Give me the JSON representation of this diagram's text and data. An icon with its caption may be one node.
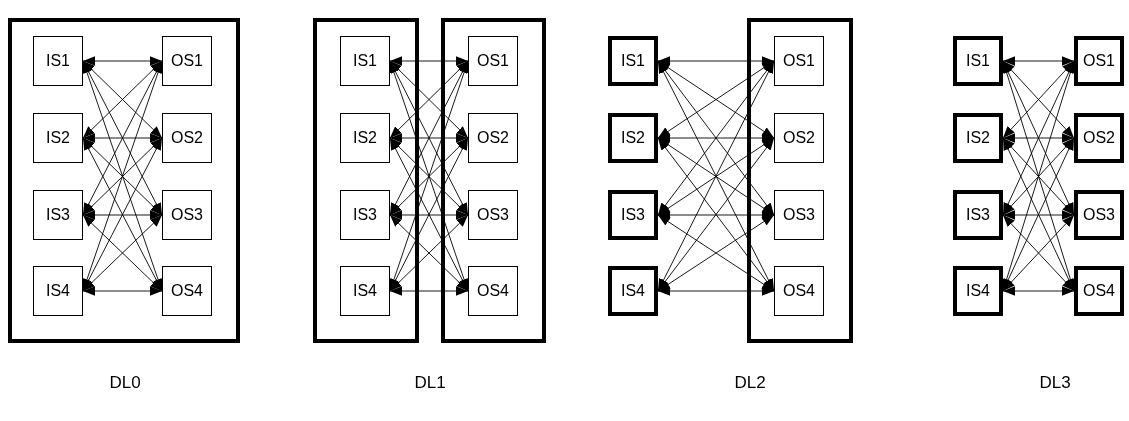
{
  "diagram": {
    "nodes": [
      {
        "text": [],
        "shape": "box"
      },
      {
        "text": [
          "IS1"
        ],
        "in": 0
      },
      {
        "text": [
          "IS2"
        ],
        "in": 0
      },
      {
        "text": [
          "IS3"
        ],
        "in": 0
      },
      {
        "text": [
          "IS4"
        ],
        "in": 0
      },
      {
        "text": [
          "OS1"
        ],
        "in": 0
      },
      {
        "text": [
          "OS2"
        ],
        "in": 0
      },
      {
        "text": [
          "OS3"
        ],
        "in": 0
      },
      {
        "text": [
          "OS4"
        ],
        "in": 0
      },
      {
        "text": [],
        "shape": "box"
      },
      {
        "text": [
          "IS1"
        ],
        "in": 9
      },
      {
        "text": [
          "IS2"
        ],
        "in": 9
      },
      {
        "text": [
          "IS3"
        ],
        "in": 9
      },
      {
        "text": [
          "IS4"
        ],
        "in": 9
      },
      {
        "text": [],
        "shape": "box"
      },
      {
        "text": [
          "OS1"
        ],
        "in": 14
      },
      {
        "text": [
          "OS2"
        ],
        "in": 14
      },
      {
        "text": [
          "OS3"
        ],
        "in": 14
      },
      {
        "text": [
          "OS4"
        ],
        "in": 14
      },
      {
        "text": [
          "IS1"
        ]
      },
      {
        "text": [
          "IS2"
        ]
      },
      {
        "text": [
          "IS3"
        ]
      },
      {
        "text": [
          "IS4"
        ]
      },
      {
        "text": [],
        "shape": "box"
      },
      {
        "text": [
          "OS1"
        ],
        "in": 23
      },
      {
        "text": [
          "OS2"
        ],
        "in": 23
      },
      {
        "text": [
          "OS3"
        ],
        "in": 23
      },
      {
        "text": [
          "OS4"
        ],
        "in": 23
      },
      {
        "text": [
          "IS1"
        ]
      },
      {
        "text": [
          "IS2"
        ]
      },
      {
        "text": [
          "IS3"
        ]
      },
      {
        "text": [
          "IS4"
        ]
      },
      {
        "text": [
          "OS1"
        ]
      },
      {
        "text": [
          "OS2"
        ]
      },
      {
        "text": [
          "OS3"
        ]
      },
      {
        "text": [
          "OS4"
        ]
      }
    ],
    "edges": [
      {
        "from": 1,
        "to": 5,
        "arrow": "both"
      },
      {
        "from": 1,
        "to": 6,
        "arrow": "both"
      },
      {
        "from": 1,
        "to": 7,
        "arrow": "both"
      },
      {
        "from": 1,
        "to": 8,
        "arrow": "both"
      },
      {
        "from": 2,
        "to": 5,
        "arrow": "both"
      },
      {
        "from": 2,
        "to": 6,
        "arrow": "both"
      },
      {
        "from": 2,
        "to": 7,
        "arrow": "both"
      },
      {
        "from": 2,
        "to": 8,
        "arrow": "both"
      },
      {
        "from": 3,
        "to": 5,
        "arrow": "both"
      },
      {
        "from": 3,
        "to": 6,
        "arrow": "both"
      },
      {
        "from": 3,
        "to": 7,
        "arrow": "both"
      },
      {
        "from": 3,
        "to": 8,
        "arrow": "both"
      },
      {
        "from": 4,
        "to": 5,
        "arrow": "both"
      },
      {
        "from": 4,
        "to": 6,
        "arrow": "both"
      },
      {
        "from": 4,
        "to": 7,
        "arrow": "both"
      },
      {
        "from": 4,
        "to": 8,
        "arrow": "both"
      },
      {
        "from": 10,
        "to": 15,
        "arrow": "both"
      },
      {
        "from": 10,
        "to": 16,
        "arrow": "both"
      },
      {
        "from": 10,
        "to": 17,
        "arrow": "both"
      },
      {
        "from": 10,
        "to": 18,
        "arrow": "both"
      },
      {
        "from": 11,
        "to": 15,
        "arrow": "both"
      },
      {
        "from": 11,
        "to": 16,
        "arrow": "both"
      },
      {
        "from": 11,
        "to": 17,
        "arrow": "both"
      },
      {
        "from": 11,
        "to": 18,
        "arrow": "both"
      },
      {
        "from": 12,
        "to": 15,
        "arrow": "both"
      },
      {
        "from": 12,
        "to": 16,
        "arrow": "both"
      },
      {
        "from": 12,
        "to": 17,
        "arrow": "both"
      },
      {
        "from": 12,
        "to": 18,
        "arrow": "both"
      },
      {
        "from": 13,
        "to": 15,
        "arrow": "both"
      },
      {
        "from": 13,
        "to": 16,
        "arrow": "both"
      },
      {
        "from": 13,
        "to": 17,
        "arrow": "both"
      },
      {
        "from": 13,
        "to": 18,
        "arrow": "both"
      },
      {
        "from": 19,
        "to": 24,
        "arrow": "both"
      },
      {
        "from": 19,
        "to": 25,
        "arrow": "both"
      },
      {
        "from": 19,
        "to": 26,
        "arrow": "both"
      },
      {
        "from": 19,
        "to": 27,
        "arrow": "both"
      },
      {
        "from": 20,
        "to": 24,
        "arrow": "both"
      },
      {
        "from": 20,
        "to": 25,
        "arrow": "both"
      },
      {
        "from": 20,
        "to": 26,
        "arrow": "both"
      },
      {
        "from": 20,
        "to": 27,
        "arrow": "both"
      },
      {
        "from": 21,
        "to": 24,
        "arrow": "both"
      },
      {
        "from": 21,
        "to": 25,
        "arrow": "both"
      },
      {
        "from": 21,
        "to": 26,
        "arrow": "both"
      },
      {
        "from": 21,
        "to": 27,
        "arrow": "both"
      },
      {
        "from": 22,
        "to": 24,
        "arrow": "both"
      },
      {
        "from": 22,
        "to": 25,
        "arrow": "both"
      },
      {
        "from": 22,
        "to": 26,
        "arrow": "both"
      },
      {
        "from": 22,
        "to": 27,
        "arrow": "both"
      },
      {
        "from": 28,
        "to": 32,
        "arrow": "both"
      },
      {
        "from": 28,
        "to": 33,
        "arrow": "both"
      },
      {
        "from": 28,
        "to": 34,
        "arrow": "both"
      },
      {
        "from": 28,
        "to": 35,
        "arrow": "both"
      },
      {
        "from": 29,
        "to": 32,
        "arrow": "both"
      },
      {
        "from": 29,
        "to": 33,
        "arrow": "both"
      },
      {
        "from": 29,
        "to": 34,
        "arrow": "both"
      },
      {
        "from": 29,
        "to": 35,
        "arrow": "both"
      },
      {
        "from": 30,
        "to": 32,
        "arrow": "both"
      },
      {
        "from": 30,
        "to": 33,
        "arrow": "both"
      },
      {
        "from": 30,
        "to": 34,
        "arrow": "both"
      },
      {
        "from": 30,
        "to": 35,
        "arrow": "both"
      },
      {
        "from": 31,
        "to": 32,
        "arrow": "both"
      },
      {
        "from": 31,
        "to": 33,
        "arrow": "both"
      },
      {
        "from": 31,
        "to": 34,
        "arrow": "both"
      },
      {
        "from": 31,
        "to": 35,
        "arrow": "both"
      }
    ],
    "labels": [
      "DL0",
      "DL1",
      "DL2",
      "DL3"
    ]
  }
}
